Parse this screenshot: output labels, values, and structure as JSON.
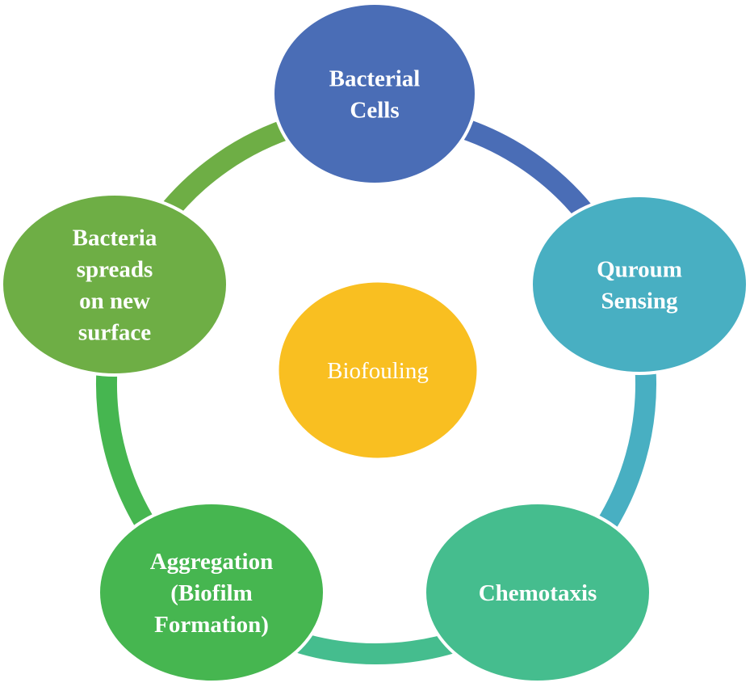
{
  "diagram": {
    "center": {
      "label": "Biofouling",
      "color": "#f9bf21"
    },
    "nodes": [
      {
        "id": "bacterial-cells",
        "lines": [
          "Bacterial",
          "Cells"
        ],
        "color": "#4a6db6"
      },
      {
        "id": "quroum-sensing",
        "lines": [
          "Quroum",
          "Sensing"
        ],
        "color": "#48afc2"
      },
      {
        "id": "chemotaxis",
        "lines": [
          "Chemotaxis"
        ],
        "color": "#45bd8e"
      },
      {
        "id": "aggregation",
        "lines": [
          "Aggregation",
          "(Biofilm",
          "Formation)"
        ],
        "color": "#46b650"
      },
      {
        "id": "bacteria-spreads",
        "lines": [
          "Bacteria",
          "spreads",
          "on new",
          "surface"
        ],
        "color": "#6eae45"
      }
    ],
    "connectors": [
      {
        "from": "bacterial-cells",
        "to": "quroum-sensing",
        "color": "#4a6db6"
      },
      {
        "from": "quroum-sensing",
        "to": "chemotaxis",
        "color": "#48afc2"
      },
      {
        "from": "chemotaxis",
        "to": "aggregation",
        "color": "#45bd8e"
      },
      {
        "from": "aggregation",
        "to": "bacteria-spreads",
        "color": "#46b650"
      },
      {
        "from": "bacteria-spreads",
        "to": "bacterial-cells",
        "color": "#6eae45"
      }
    ]
  }
}
